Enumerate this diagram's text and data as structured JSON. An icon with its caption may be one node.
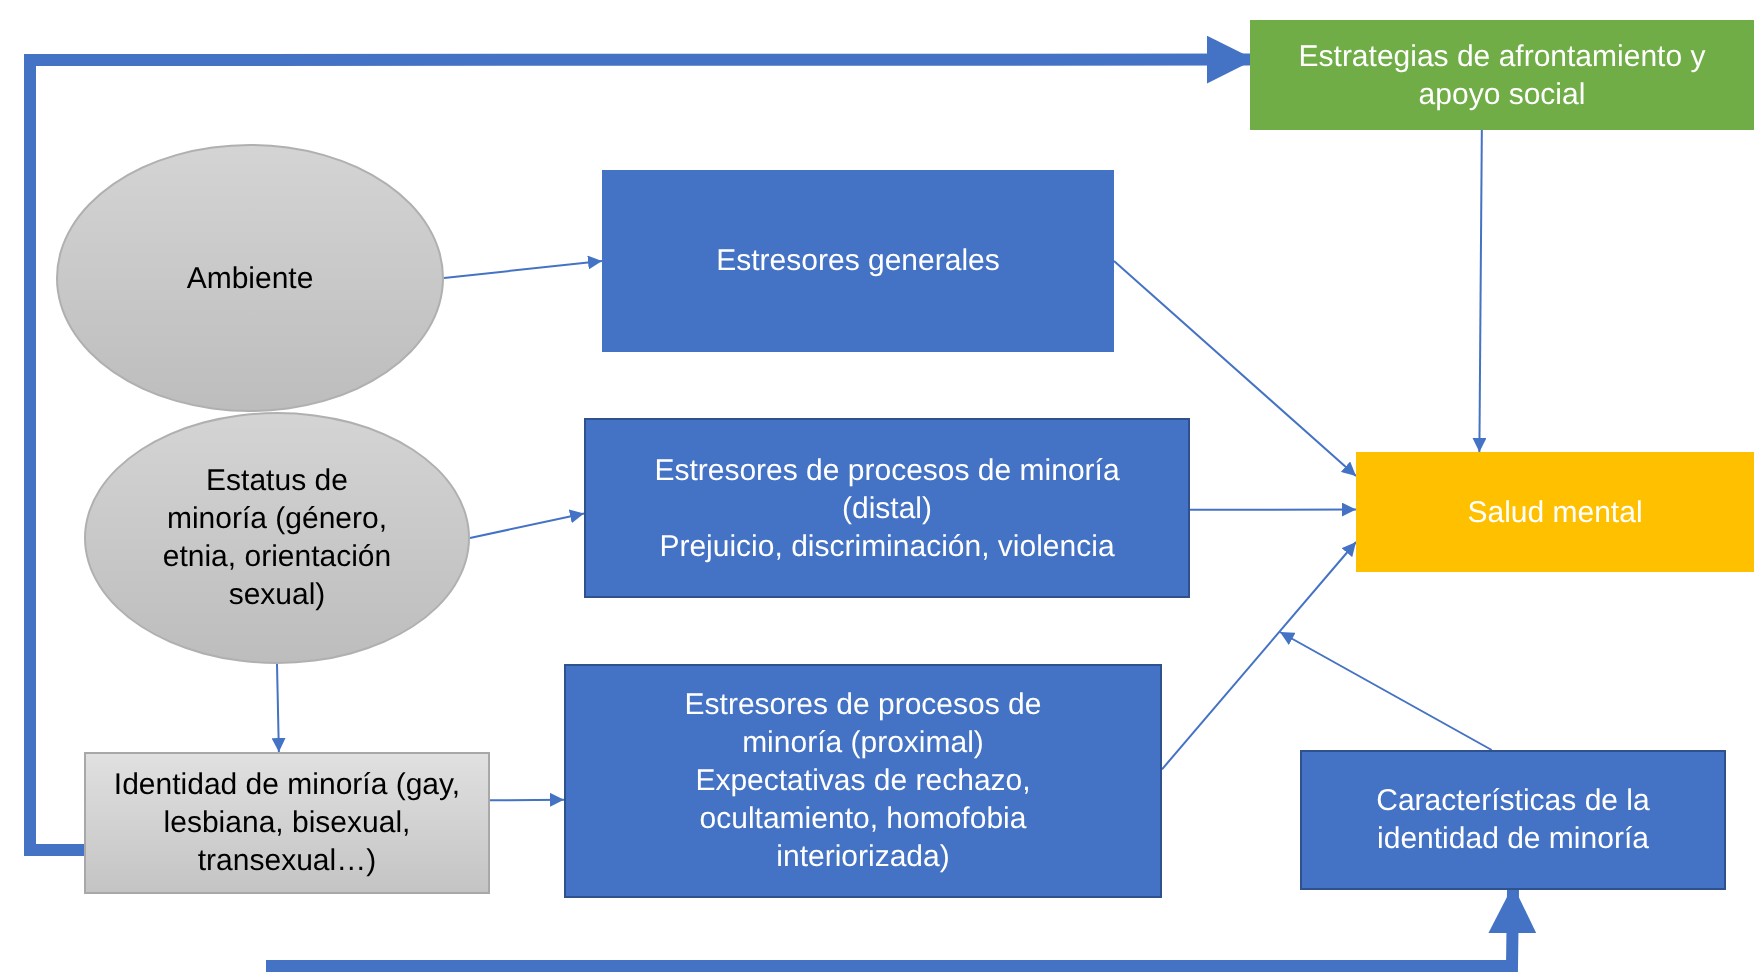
{
  "diagram": {
    "nodes": [
      {
        "text": [
          "Estrategias de afrontamiento y apoyo social"
        ]
      },
      {
        "text": [
          "Ambiente"
        ]
      },
      {
        "text": [
          "Estresores generales"
        ]
      },
      {
        "text": [
          "Estatus de minoría (género, etnia, orientación sexual)"
        ]
      },
      {
        "text": [
          "Estresores de procesos de minoría (distal)",
          "Prejuicio, discriminación, violencia"
        ]
      },
      {
        "text": [
          "Salud mental"
        ]
      },
      {
        "text": [
          "Identidad de minoría (gay, lesbiana, bisexual, transexual…)"
        ]
      },
      {
        "text": [
          "Estresores de procesos de minoría (proximal)",
          "Expectativas de rechazo, ocultamiento, homofobia interiorizada)"
        ]
      },
      {
        "text": [
          "Características de la identidad de minoría"
        ]
      }
    ],
    "edges": [
      {
        "from": 1,
        "to": 2,
        "arrow": "to"
      },
      {
        "from": 2,
        "to": 5,
        "arrow": "to"
      },
      {
        "from": 0,
        "to": 5,
        "arrow": "to"
      },
      {
        "from": 3,
        "to": 4,
        "arrow": "to"
      },
      {
        "from": 4,
        "to": 5,
        "arrow": "to"
      },
      {
        "from": 7,
        "to": 5,
        "arrow": "to"
      },
      {
        "from": 8,
        "to": null,
        "arrow": "to"
      },
      {
        "from": 3,
        "to": 6,
        "arrow": "to"
      },
      {
        "from": 6,
        "to": 7,
        "arrow": "to"
      },
      {
        "from": 6,
        "to": 0,
        "arrow": "to",
        "style": "thick"
      },
      {
        "from": null,
        "to": 8,
        "arrow": "to",
        "style": "thick"
      }
    ]
  }
}
